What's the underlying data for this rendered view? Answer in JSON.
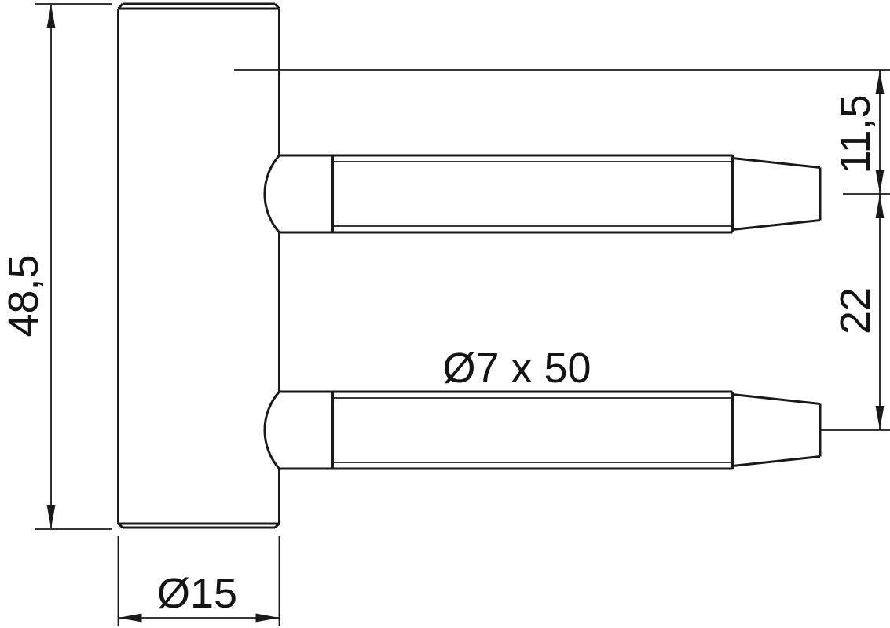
{
  "drawing": {
    "type": "technical-drawing",
    "subject": "door hinge frame part with two screw-in pins",
    "colors": {
      "line": "#1a1a1a",
      "background": "#ffffff"
    },
    "labels": {
      "barrel_height": "48,5",
      "barrel_diameter": "Ø15",
      "pin_spec": "Ø7 x 50",
      "pin_offset_top": "11,5",
      "pin_spacing": "22"
    }
  }
}
